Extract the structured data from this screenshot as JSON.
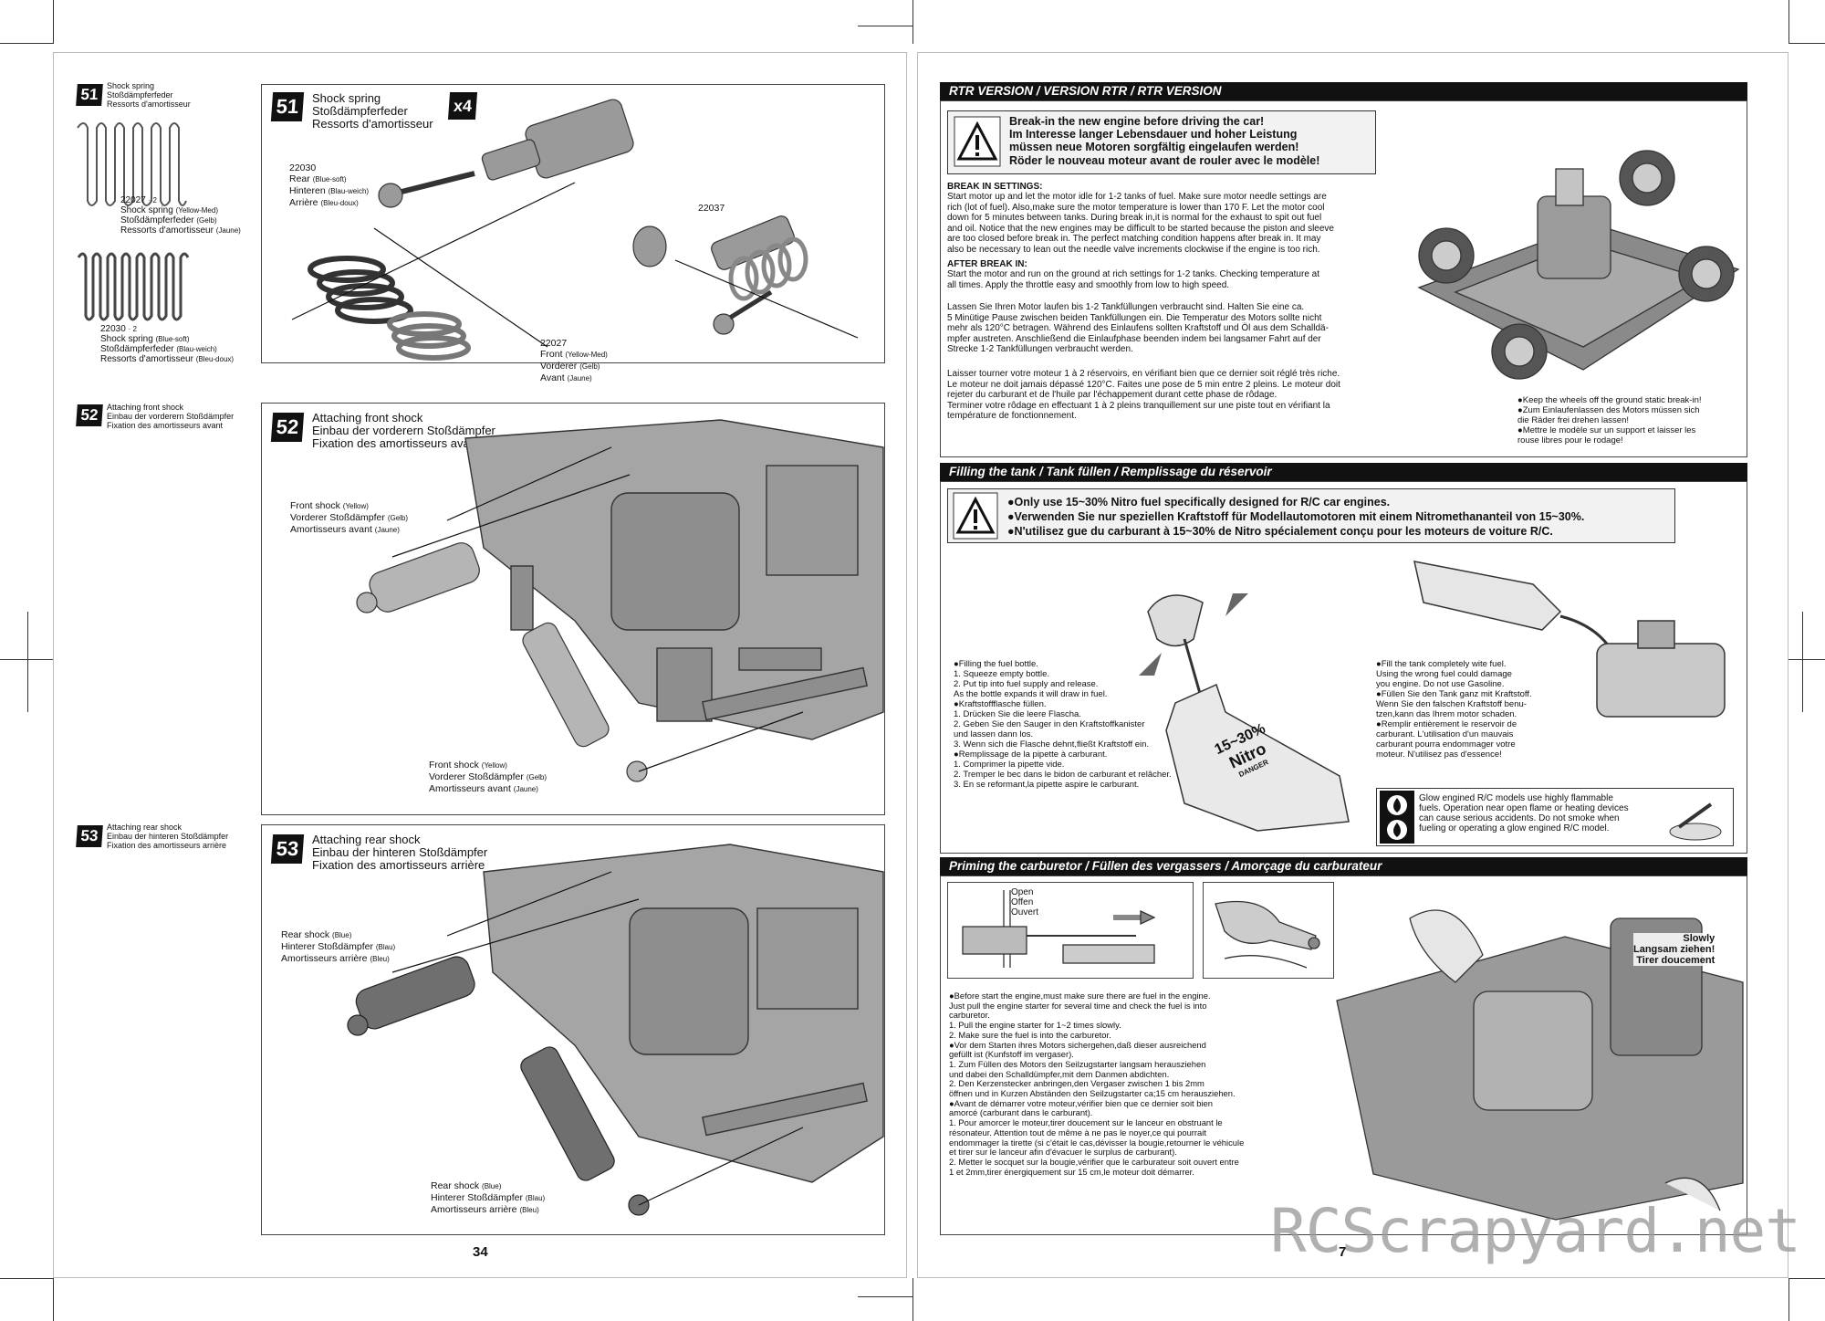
{
  "left_page": {
    "steps_small": [
      {
        "num": "51",
        "lines": [
          "Shock spring",
          "Stoßdämpferfeder",
          "Ressorts d'amortisseur"
        ]
      },
      {
        "num": "52",
        "lines": [
          "Attaching front shock",
          "Einbau der vorderern Stoßdämpfer",
          "Fixation des amortisseurs avant"
        ]
      },
      {
        "num": "53",
        "lines": [
          "Attaching rear shock",
          "Einbau der hinteren Stoßdämpfer",
          "Fixation des amortisseurs arrière"
        ]
      }
    ],
    "spring_yellow": {
      "part": "22027",
      "qty": "· 2",
      "lines": [
        "Shock spring ",
        "Stoßdämpferfeder ",
        "Ressorts d'amortisseur "
      ],
      "color_tags": [
        "(Yellow-Med)",
        "(Gelb)",
        "(Jaune)"
      ]
    },
    "spring_blue": {
      "part": "22030",
      "qty": "· 2",
      "lines": [
        "Shock spring ",
        "Stoßdämpferfeder ",
        "Ressorts d'amortisseur "
      ],
      "color_tags": [
        "(Blue-soft)",
        "(Blau-weich)",
        "(Bleu-doux)"
      ]
    },
    "step51": {
      "num": "51",
      "title": [
        "Shock spring",
        "Stoßdämpferfeder",
        "Ressorts d'amortisseur"
      ],
      "multiplier": "x4",
      "rear_label": {
        "part": "22030",
        "lines": [
          "Rear ",
          "Hinteren ",
          "Arrière "
        ],
        "tags": [
          "(Blue-soft)",
          "(Blau-weich)",
          "(Bleu-doux)"
        ]
      },
      "front_label": {
        "part": "22027",
        "lines": [
          "Front ",
          "Vorderer ",
          "Avant "
        ],
        "tags": [
          "(Yellow-Med)",
          "(Gelb)",
          "(Jaune)"
        ]
      },
      "part_22037": "22037"
    },
    "step52": {
      "num": "52",
      "title": [
        "Attaching front shock",
        "Einbau der vorderern Stoßdämpfer",
        "Fixation des amortisseurs avant"
      ],
      "label_top": {
        "lines": [
          "Front shock ",
          "Vorderer Stoßdämpfer ",
          "Amortisseurs avant "
        ],
        "tags": [
          "(Yellow)",
          "(Gelb)",
          "(Jaune)"
        ]
      },
      "label_bottom": {
        "lines": [
          "Front shock ",
          "Vorderer Stoßdämpfer ",
          "Amortisseurs avant "
        ],
        "tags": [
          "(Yellow)",
          "(Gelb)",
          "(Jaune)"
        ]
      }
    },
    "step53": {
      "num": "53",
      "title": [
        "Attaching rear shock",
        "Einbau der hinteren Stoßdämpfer",
        "Fixation des amortisseurs arrière"
      ],
      "label_top": {
        "lines": [
          "Rear shock ",
          "Hinterer Stoßdämpfer ",
          "Amortisseurs arrière "
        ],
        "tags": [
          "(Blue)",
          "(Blau)",
          "(Bleu)"
        ]
      },
      "label_bottom": {
        "lines": [
          "Rear shock ",
          "Hinterer Stoßdämpfer ",
          "Amortisseurs arrière "
        ],
        "tags": [
          "(Blue)",
          "(Blau)",
          "(Bleu)"
        ]
      }
    },
    "page_number": "34"
  },
  "right_page": {
    "rtr_header": "RTR VERSION / VERSION RTR / RTR VERSION",
    "breakin_warning": [
      "Break-in the new engine before driving the car!",
      "Im Interesse langer Lebensdauer und hoher Leistung",
      "müssen neue Motoren sorgfältig eingelaufen werden!",
      "Röder le nouveau moteur avant de rouler avec le modèle!"
    ],
    "breakin_settings_title": "BREAK IN SETTINGS:",
    "breakin_settings_text": "Start motor up and let the motor idle for 1-2 tanks of fuel. Make sure motor needle settings are\nrich (lot of fuel). Also,make sure the motor temperature is lower than 170 F. Let the motor cool\ndown for 5 minutes between tanks. During break in,it is normal for the exhaust to spit out fuel\nand oil. Notice that the new engines may be difficult to be started because the piston and sleeve\nare too closed before break in. The perfect matching condition happens after break in. It may\nalso be necessary to lean out the needle valve increments clockwise if the engine is too rich.",
    "after_breakin_title": "AFTER BREAK IN:",
    "after_breakin_text": "Start the motor and run on the ground at rich settings for 1-2 tanks. Checking temperature at\nall times. Apply the throttle easy and smoothly from low to high speed.",
    "german_text": "Lassen Sie Ihren Motor laufen bis 1-2 Tankfüllungen verbraucht sind. Halten Sie eine ca.\n5 Minütige Pause zwischen beiden Tankfüllungen ein. Die Temperatur des Motors sollte nicht\nmehr als 120°C betragen. Während des Einlaufens sollten Kraftstoff und Öl aus dem Schalldä-\nmpfer austreten. Anschließend die Einlaufphase beenden indem bei langsamer Fahrt auf der\nStrecke 1-2 Tankfüllungen verbraucht werden.",
    "french_text": "Laisser tourner votre moteur 1 à 2 réservoirs, en vérifiant bien que ce dernier soit réglé très riche.\nLe moteur ne doit jamais dépassé 120°C. Faites une pose de 5 min entre 2 pleins. Le moteur doit\nrejeter du carburant et de l'huile par l'échappement durant cette phase de rôdage.\nTerminer votre rôdage en effectuant 1 à 2 pleins tranquillement sur une piste tout en vérifiant la\ntempérature de fonctionnement.",
    "car_notes": "●Keep the wheels off the ground static break-in!\n●Zum Einlaufenlassen des Motors müssen sich\n  die Räder frei drehen lassen!\n●Mettre le modèle sur un support et laisser les\n  rouse libres pour le rodage!",
    "fill_header": "Filling the tank / Tank füllen / Remplissage du réservoir",
    "fuel_warning": [
      "●Only use 15~30% Nitro fuel specifically designed for R/C car engines.",
      "●Verwenden Sie nur speziellen Kraftstoff für Modellautomotoren mit einem Nitromethananteil von 15~30%.",
      "●N'utilisez gue du carburant à 15~30% de Nitro spécialement conçu pour les moteurs de voiture R/C."
    ],
    "fill_bottle_text": "●Filling the fuel bottle.\n  1. Squeeze empty bottle.\n  2. Put tip into fuel supply and release.\n      As the bottle expands it will draw in fuel.\n●Kraftstoffflasche füllen.\n  1. Drücken Sie die leere Flascha.\n  2. Geben Sie den Sauger in den Kraftstoffkanister\n      und lassen dann los.\n  3. Wenn sich die Flasche dehnt,fließt Kraftstoff ein.\n●Remplissage de la pipette à carburant.\n  1. Comprimer la pipette vide.\n  2. Tremper le bec dans le bidon de carburant et relâcher.\n  3. En se reformant,la pipette aspire le carburant.",
    "bottle_label": {
      "pct": "15~30%",
      "word": "Nitro",
      "danger": "DANGER"
    },
    "fill_tank_text": "●Fill the tank completely wite fuel.\n  Using the wrong fuel could damage\n  you engine. Do not use Gasoline.\n●Füllen Sie den Tank ganz mit Kraftstoff.\n  Wenn Sie den falschen Kraftstoff benu-\n  tzen,kann das Ihrem motor schaden.\n●Remplir entièrement le reservoir de\n  carburant. L'utilisation d'un mauvais\n  carburant pourra endommager votre\n  moteur. N'utilisez pas d'essence!",
    "glow_warning": "Glow engined R/C models use highly flammable\nfuels. Operation near open flame or heating devices\ncan cause serious accidents. Do not smoke when\nfueling or operating a glow engined R/C model.",
    "prime_header": "Priming the carburetor / Füllen des vergassers / Amorçage du carburateur",
    "open_label": [
      "Open",
      "Offen",
      "Ouvert"
    ],
    "slowly_label": [
      "Slowly",
      "Langsam ziehen!",
      "Tirer doucement"
    ],
    "prime_text": "●Before start the engine,must make sure there are fuel in the engine.\n  Just pull the engine starter for several time and check the fuel is into\n  carburetor.\n  1. Pull the engine starter for 1~2 times slowly.\n  2. Make sure the fuel is into the carburetor.\n●Vor dem Starten ihres Motors sichergehen,daß dieser ausreichend\n  gefüllt ist (Kunfstoff im vergaser).\n  1. Zum Füllen des Motors den Seilzugstarter langsam herausziehen\n  und dabei den Schalldümpfer,mit dem Danmen abdichten.\n  2. Den Kerzenstecker anbringen,den Vergaser zwischen 1 bis 2mm\n  öffnen und in Kurzen Abständen den Seilzugstarter ca;15 cm herausziehen.\n●Avant de démarrer votre moteur,vérifier bien que ce dernier soit bien\n  amorcé (carburant dans le carburant).\n  1. Pour amorcer le moteur,tirer doucement sur le lanceur en obstruant le\n  résonateur. Attention tout de même à ne pas le noyer,ce qui pourrait\n  endommager la tirette (si c'était le cas,dévisser la bougie,retourner le véhicule\n  et tirer sur le lanceur afin d'évacuer le surplus de carburant).\n  2. Metter le socquet sur la bougie,vérifier que le carburateur soit ouvert entre\n  1 et 2mm,tirer énergiquement sur 15 cm,le moteur doit démarrer.",
    "page_number": "7"
  },
  "watermark": "RCScrapyard.net",
  "colors": {
    "header_bg": "#111111",
    "warn_bg": "#f2f2f2",
    "part_gray": "#8a8a8a",
    "watermark": "#9a9a9a"
  }
}
